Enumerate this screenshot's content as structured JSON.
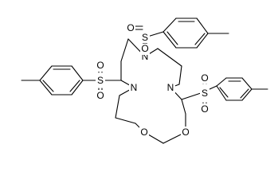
{
  "structure": {
    "atoms": {
      "n_top": "N",
      "n_left": "N",
      "n_right": "N",
      "s_top": "S",
      "s_left": "S",
      "s_right": "S",
      "o_top_1": "O",
      "o_top_2": "O",
      "o_left_1": "O",
      "o_left_2": "O",
      "o_right_1": "O",
      "o_right_2": "O",
      "o_ring_left": "O",
      "o_ring_right": "O"
    }
  }
}
